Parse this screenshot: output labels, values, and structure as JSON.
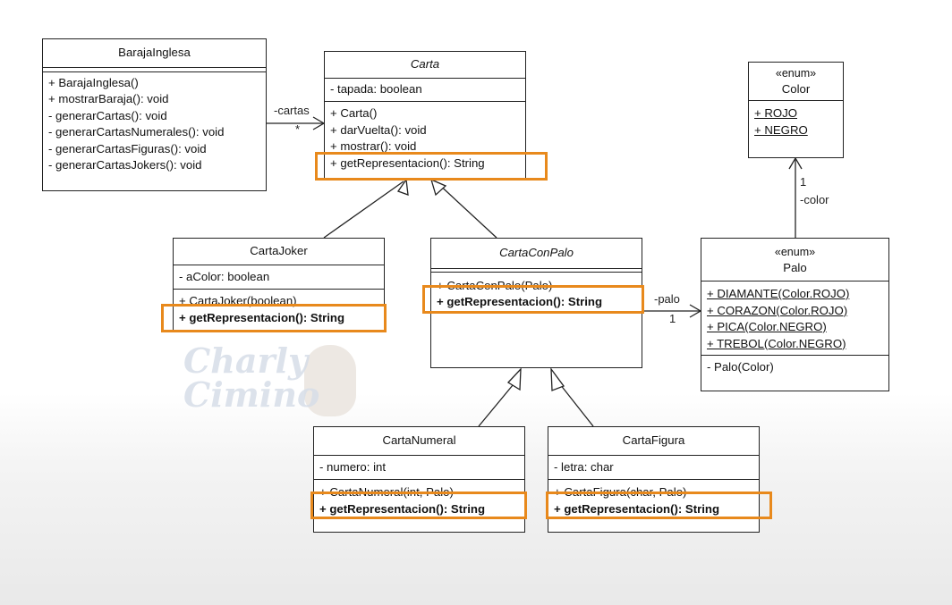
{
  "watermark": {
    "line1": "Charly",
    "line2": "Cimino"
  },
  "classes": {
    "baraja": {
      "name": "BarajaInglesa",
      "attributes": [],
      "methods": [
        "+ BarajaInglesa()",
        "+ mostrarBaraja(): void",
        "- generarCartas(): void",
        "- generarCartasNumerales(): void",
        "- generarCartasFiguras(): void",
        "- generarCartasJokers(): void"
      ]
    },
    "carta": {
      "name": "Carta",
      "attributes": [
        "- tapada: boolean"
      ],
      "methods": [
        "+ Carta()",
        "+ darVuelta(): void",
        "+ mostrar(): void",
        "+ getRepresentacion(): String"
      ]
    },
    "color": {
      "stereotype": "«enum»",
      "name": "Color",
      "literals": [
        "+ ROJO",
        "+ NEGRO"
      ]
    },
    "joker": {
      "name": "CartaJoker",
      "attributes": [
        "- aColor: boolean"
      ],
      "methods": [
        "+ CartaJoker(boolean)",
        "+ getRepresentacion(): String"
      ]
    },
    "conpalo": {
      "name": "CartaConPalo",
      "methods": [
        "+ CartaConPalo(Palo)",
        "+ getRepresentacion(): String"
      ]
    },
    "palo": {
      "stereotype": "«enum»",
      "name": "Palo",
      "literals": [
        "+ DIAMANTE(Color.ROJO)",
        "+ CORAZON(Color.ROJO)",
        "+ PICA(Color.NEGRO)",
        "+ TREBOL(Color.NEGRO)"
      ],
      "methods": [
        "- Palo(Color)"
      ]
    },
    "numeral": {
      "name": "CartaNumeral",
      "attributes": [
        "- numero: int"
      ],
      "methods": [
        "+ CartaNumeral(int, Palo)",
        "+ getRepresentacion(): String"
      ]
    },
    "figura": {
      "name": "CartaFigura",
      "attributes": [
        "- letra: char"
      ],
      "methods": [
        "+ CartaFigura(char, Palo)",
        "+ getRepresentacion(): String"
      ]
    }
  },
  "relations": {
    "cartas": {
      "role": "-cartas",
      "multiplicity": "*"
    },
    "palo": {
      "role": "-palo",
      "multiplicity": "1"
    },
    "color": {
      "role": "-color",
      "multiplicity": "1"
    }
  },
  "colors": {
    "highlight": "#e8891c",
    "line": "#222222"
  }
}
